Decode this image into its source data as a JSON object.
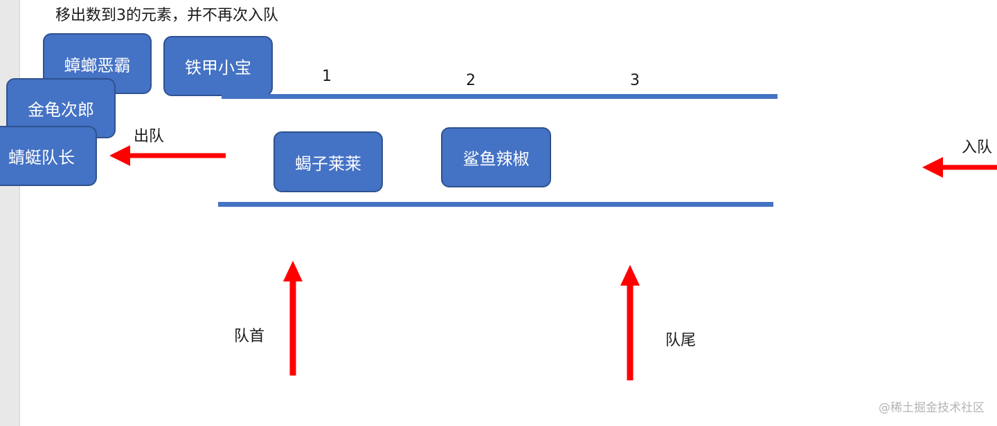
{
  "caption": "移出数到3的元素，并不再次入队",
  "removed": {
    "item1": "蟑螂恶霸",
    "item2": "铁甲小宝",
    "item3": "金龟次郎",
    "item4": "蜻蜓队长"
  },
  "queue": {
    "slot1": "1",
    "slot2": "2",
    "slot3": "3",
    "item1": "蝎子莱莱",
    "item2": "鲨鱼辣椒"
  },
  "labels": {
    "dequeue": "出队",
    "enqueue": "入队",
    "head": "队首",
    "tail": "队尾"
  },
  "colors": {
    "node_fill": "#4472c4",
    "node_border": "#2f528f",
    "arrow": "#ff0000"
  },
  "watermark": "@稀土掘金技术社区"
}
